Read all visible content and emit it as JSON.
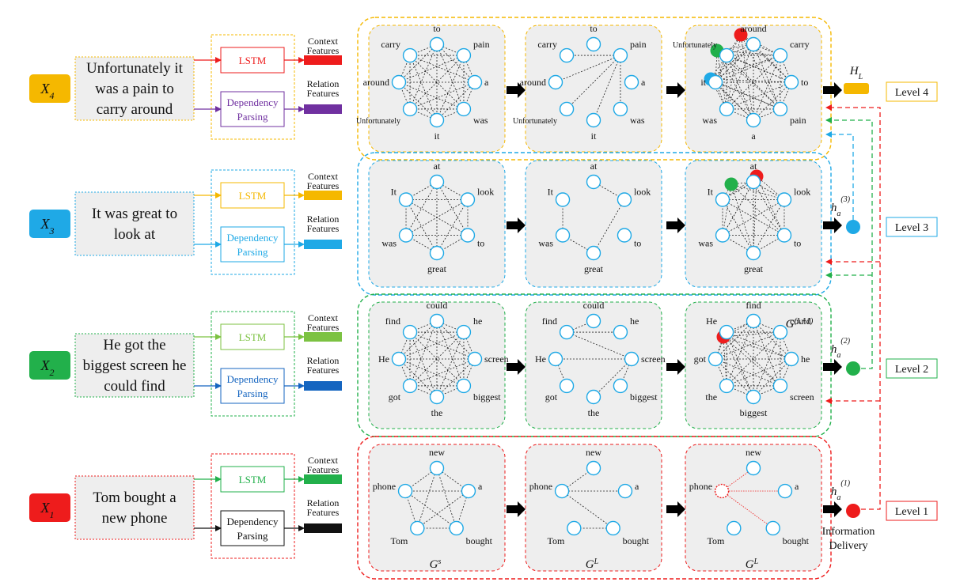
{
  "colors": {
    "level4": "#f5b800",
    "level3": "#1fa9e6",
    "level2": "#22b04b",
    "level1": "#ee1c1c",
    "node_stroke": "#1fa9e6",
    "panel_fill": "#eeeeee",
    "arrow": "#000000"
  },
  "rows": [
    {
      "id": "x4",
      "input_symbol": "X",
      "input_subscript": "4",
      "sentence": [
        "Unfortunately it",
        "was a pain to",
        "carry around"
      ],
      "lstm_label": "LSTM",
      "dependency_label": [
        "Dependency",
        "Parsing"
      ],
      "context_features_label": [
        "Context",
        "Features"
      ],
      "relation_features_label": [
        "Relation",
        "Features"
      ],
      "level_label": "Level 4",
      "output_symbol": "H",
      "output_subscript": "L",
      "panels": [
        {
          "words": [
            "to",
            "pain",
            "a",
            "was",
            "it",
            "Unfortunately",
            "around",
            "carry"
          ],
          "edges": "full",
          "caption": ""
        },
        {
          "words": [
            "to",
            "pain",
            "a",
            "was",
            "it",
            "Unfortunately",
            "around",
            "carry"
          ],
          "edges": "star7",
          "caption": ""
        },
        {
          "words": [
            "around",
            "carry",
            "to",
            "pain",
            "a",
            "was",
            "it",
            "Unfortunately"
          ],
          "edges": "full_plus",
          "caption": ""
        }
      ]
    },
    {
      "id": "x3",
      "input_symbol": "X",
      "input_subscript": "3",
      "sentence": [
        "It was great to",
        "look at"
      ],
      "lstm_label": "LSTM",
      "dependency_label": [
        "Dependency",
        "Parsing"
      ],
      "context_features_label": [
        "Context",
        "Features"
      ],
      "relation_features_label": [
        "Relation",
        "Features"
      ],
      "level_label": "Level 3",
      "output_symbol": "h",
      "output_sub": "a",
      "output_sup": "(3)",
      "panels": [
        {
          "words": [
            "at",
            "look",
            "to",
            "great",
            "was",
            "It"
          ],
          "edges": "full",
          "caption": ""
        },
        {
          "words": [
            "at",
            "look",
            "to",
            "great",
            "was",
            "It"
          ],
          "edges": "dep3",
          "caption": ""
        },
        {
          "words": [
            "at",
            "look",
            "to",
            "great",
            "was",
            "It"
          ],
          "edges": "full_plus",
          "caption": ""
        }
      ]
    },
    {
      "id": "x2",
      "input_symbol": "X",
      "input_subscript": "2",
      "sentence": [
        "He got the",
        "biggest screen he",
        "could find"
      ],
      "lstm_label": "LSTM",
      "dependency_label": [
        "Dependency",
        "Parsing"
      ],
      "context_features_label": [
        "Context",
        "Features"
      ],
      "relation_features_label": [
        "Relation",
        "Features"
      ],
      "level_label": "Level 2",
      "output_symbol": "h",
      "output_sub": "a",
      "output_sup": "(2)",
      "g_label": "G",
      "g_sup": "(L+1)",
      "panels": [
        {
          "words": [
            "could",
            "he",
            "screen",
            "biggest",
            "the",
            "got",
            "He",
            "find"
          ],
          "edges": "full",
          "caption": ""
        },
        {
          "words": [
            "could",
            "he",
            "screen",
            "biggest",
            "the",
            "got",
            "He",
            "find"
          ],
          "edges": "dep2",
          "caption": ""
        },
        {
          "words": [
            "find",
            "could",
            "he",
            "screen",
            "biggest",
            "the",
            "got",
            "He"
          ],
          "edges": "full_plus",
          "caption": ""
        }
      ]
    },
    {
      "id": "x1",
      "input_symbol": "X",
      "input_subscript": "1",
      "sentence": [
        "Tom bought a",
        "new phone"
      ],
      "lstm_label": "LSTM",
      "dependency_label": [
        "Dependency",
        "Parsing"
      ],
      "context_features_label": [
        "Context",
        "Features"
      ],
      "relation_features_label": [
        "Relation",
        "Features"
      ],
      "level_label": "Level 1",
      "output_symbol": "h",
      "output_sub": "a",
      "output_sup": "(1)",
      "delivery_label": [
        "Information",
        "Delivery"
      ],
      "panels": [
        {
          "words": [
            "new",
            "a",
            "bought",
            "Tom",
            "phone"
          ],
          "edges": "full",
          "caption_symbol": "G",
          "caption_sup": "s"
        },
        {
          "words": [
            "new",
            "a",
            "bought",
            "Tom",
            "phone"
          ],
          "edges": "dep1",
          "caption_symbol": "G",
          "caption_sup": "L"
        },
        {
          "words": [
            "new",
            "a",
            "bought",
            "Tom",
            "phone"
          ],
          "edges": "final1",
          "caption_symbol": "G",
          "caption_sup": "L"
        }
      ]
    }
  ]
}
